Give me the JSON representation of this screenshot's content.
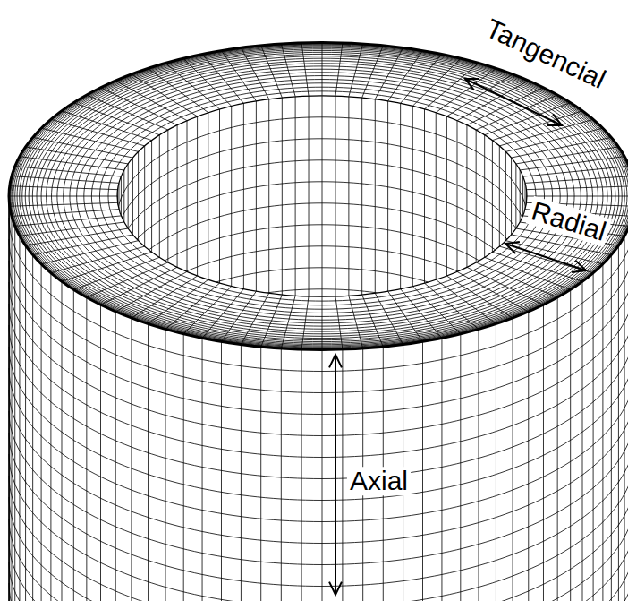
{
  "diagram": {
    "labels": [
      "Tangencial",
      "Radial",
      "Axial"
    ]
  }
}
